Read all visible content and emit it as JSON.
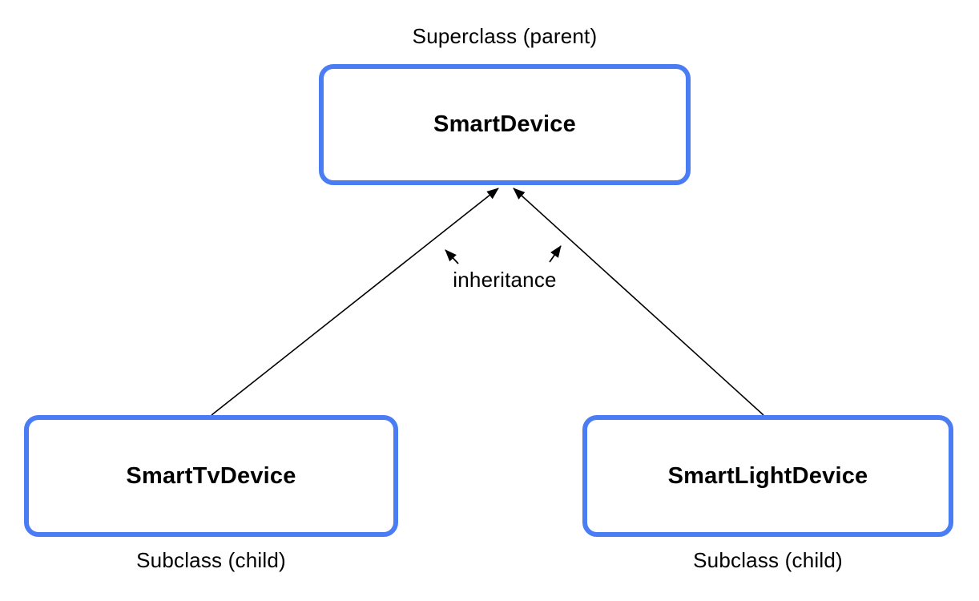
{
  "diagram": {
    "superclass": {
      "caption": "Superclass (parent)",
      "box_label": "SmartDevice"
    },
    "relationship_label": "inheritance",
    "subclasses": [
      {
        "box_label": "SmartTvDevice",
        "caption": "Subclass (child)"
      },
      {
        "box_label": "SmartLightDevice",
        "caption": "Subclass (child)"
      }
    ]
  },
  "colors": {
    "box_border": "#4A7DF3",
    "box_background": "#FFFFFF",
    "arrow": "#000000",
    "text": "#000000",
    "canvas_background": "#FFFFFF"
  }
}
